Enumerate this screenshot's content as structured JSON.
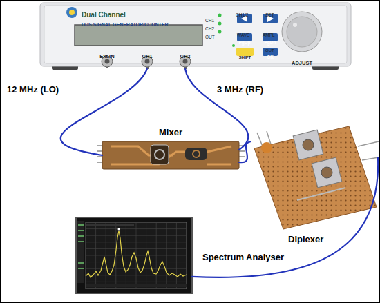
{
  "diagram": {
    "nodes": [
      {
        "text": [
          "Dual Channel",
          "DDS SIGNAL GENERATOR/COUNTER"
        ]
      },
      {
        "text": [
          "Mixer"
        ]
      },
      {
        "text": [
          "Diplexer"
        ]
      },
      {
        "text": [
          "Spectrum Analyser"
        ]
      }
    ],
    "edges": [
      {
        "from": 0,
        "to": 1,
        "label": "12 MHz (LO)",
        "arrow": "none"
      },
      {
        "from": 0,
        "to": 1,
        "label": "3 MHz (RF)",
        "arrow": "none"
      },
      {
        "from": 1,
        "to": 2,
        "arrow": "none"
      },
      {
        "from": 2,
        "to": 3,
        "arrow": "none"
      }
    ],
    "labels": [
      "CH1",
      "CH2",
      "OUT",
      "CH1/2",
      "SET",
      "WAVE",
      "AMPL",
      "PgUp",
      "PgDn",
      "SHIFT",
      "OUT",
      "OK",
      "ADJUST",
      "Ext.IN",
      "CH1",
      "CH2"
    ]
  }
}
